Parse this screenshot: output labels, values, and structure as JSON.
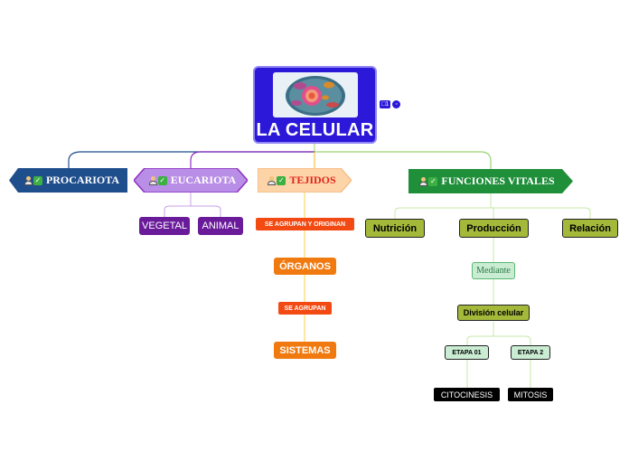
{
  "root": {
    "title": "LA CELULAR",
    "comment_count": "1"
  },
  "branches": {
    "procariota": {
      "label": "PROCARIOTA"
    },
    "eucariota": {
      "label": "EUCARIOTA",
      "children": [
        "VEGETAL",
        "ANIMAL"
      ]
    },
    "tejidos": {
      "label": "TEJIDOS",
      "chain": [
        "SE AGRUPAN Y ORIGINAN",
        "ÓRGANOS",
        "SE AGRUPAN",
        "SISTEMAS"
      ]
    },
    "funciones": {
      "label": "FUNCIONES VITALES",
      "children": [
        "Nutrición",
        "Producción",
        "Relación"
      ],
      "produccion_chain": {
        "mediante": "Mediante",
        "division": "División celular",
        "etapas": [
          "ETAPA 01",
          "ETAPA 2"
        ],
        "results": [
          "CITOCINESIS",
          "MITOSIS"
        ]
      }
    }
  },
  "colors": {
    "root": "#2b18d9",
    "procariota": "#1f4e8c",
    "eucariota": "#b98ee6",
    "eucariota_child": "#6a1b9a",
    "tejidos": "#fdd3a8",
    "tejidos_child": "#f07a10",
    "tejidos_connector": "#f24a12",
    "funciones": "#1f8f3a",
    "funciones_child": "#a4b83a",
    "mediante": "#c9ecd2",
    "etapa": "#c9ecd2",
    "result": "#000000"
  }
}
